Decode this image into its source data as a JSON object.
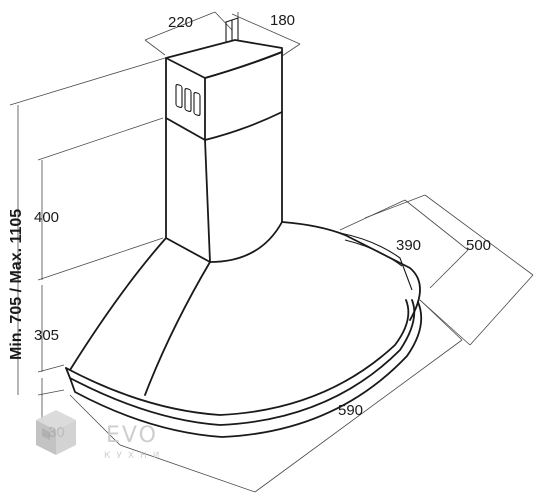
{
  "dimensions": {
    "top_width": "220",
    "top_depth": "180",
    "upper_height": "400",
    "lower_height": "305",
    "rim_height": "30",
    "base_depth_inner": "390",
    "base_depth_outer": "500",
    "base_width": "590",
    "height_range": "Min. 705 / Max. 1105"
  },
  "logo": {
    "brand": "EVO",
    "subtitle": "КУХНИ"
  }
}
